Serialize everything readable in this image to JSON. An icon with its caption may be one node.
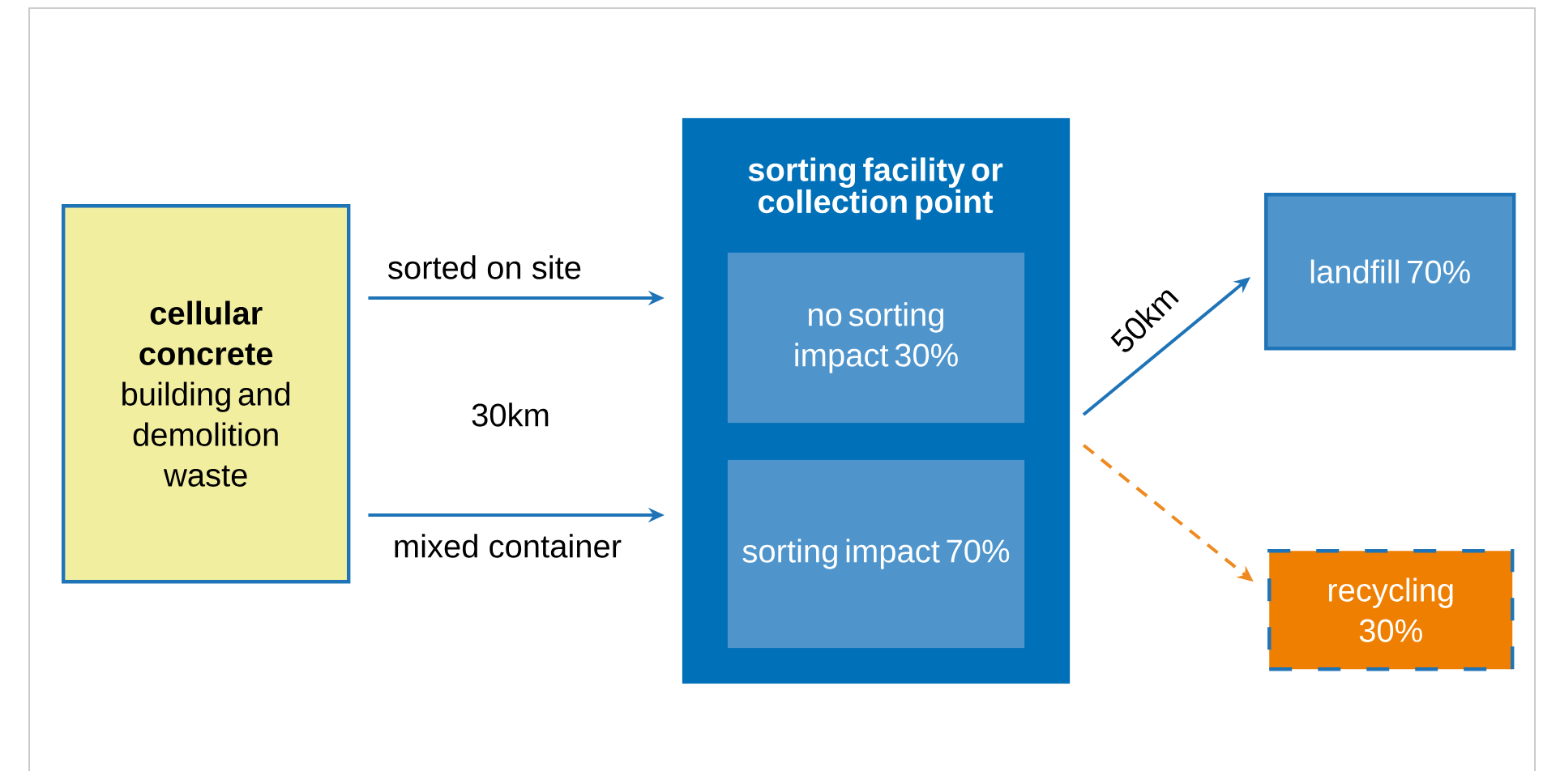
{
  "diagram": {
    "nodes": [
      {
        "text": [
          "cellular concrete",
          "building and demolition waste"
        ]
      },
      {
        "text": [
          "sorting facility or collection point"
        ]
      },
      {
        "text": [
          "no sorting impact 30%"
        ],
        "in": 1
      },
      {
        "text": [
          "sorting impact 70%"
        ],
        "in": 1
      },
      {
        "text": [
          "landfill 70%"
        ]
      },
      {
        "text": [
          "recycling 30%"
        ]
      }
    ],
    "edges": [
      {
        "from": 0,
        "to": 1,
        "arrow": "to",
        "label": "sorted on site"
      },
      {
        "from": 0,
        "to": 1,
        "arrow": "to",
        "label": "mixed container"
      },
      {
        "from": 1,
        "to": 4,
        "arrow": "to",
        "label": "50km"
      },
      {
        "from": 1,
        "to": 5,
        "arrow": "to",
        "style": "dashed",
        "color": "#ee8a1f"
      }
    ],
    "labels": [
      "30km"
    ]
  }
}
